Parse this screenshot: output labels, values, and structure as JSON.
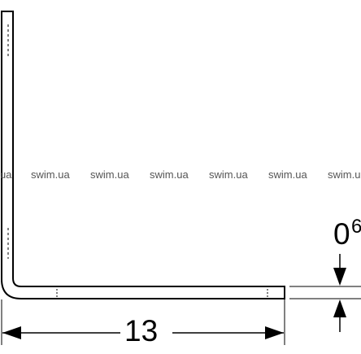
{
  "watermark": {
    "partial": "ua",
    "text": "swim.ua",
    "partial_end": "swim.u"
  },
  "dimensions": {
    "length_label": "13",
    "thickness_label": "0",
    "thickness_sup": "6"
  },
  "colors": {
    "line": "#000000",
    "watermark": "#555555",
    "background": "#ffffff"
  }
}
